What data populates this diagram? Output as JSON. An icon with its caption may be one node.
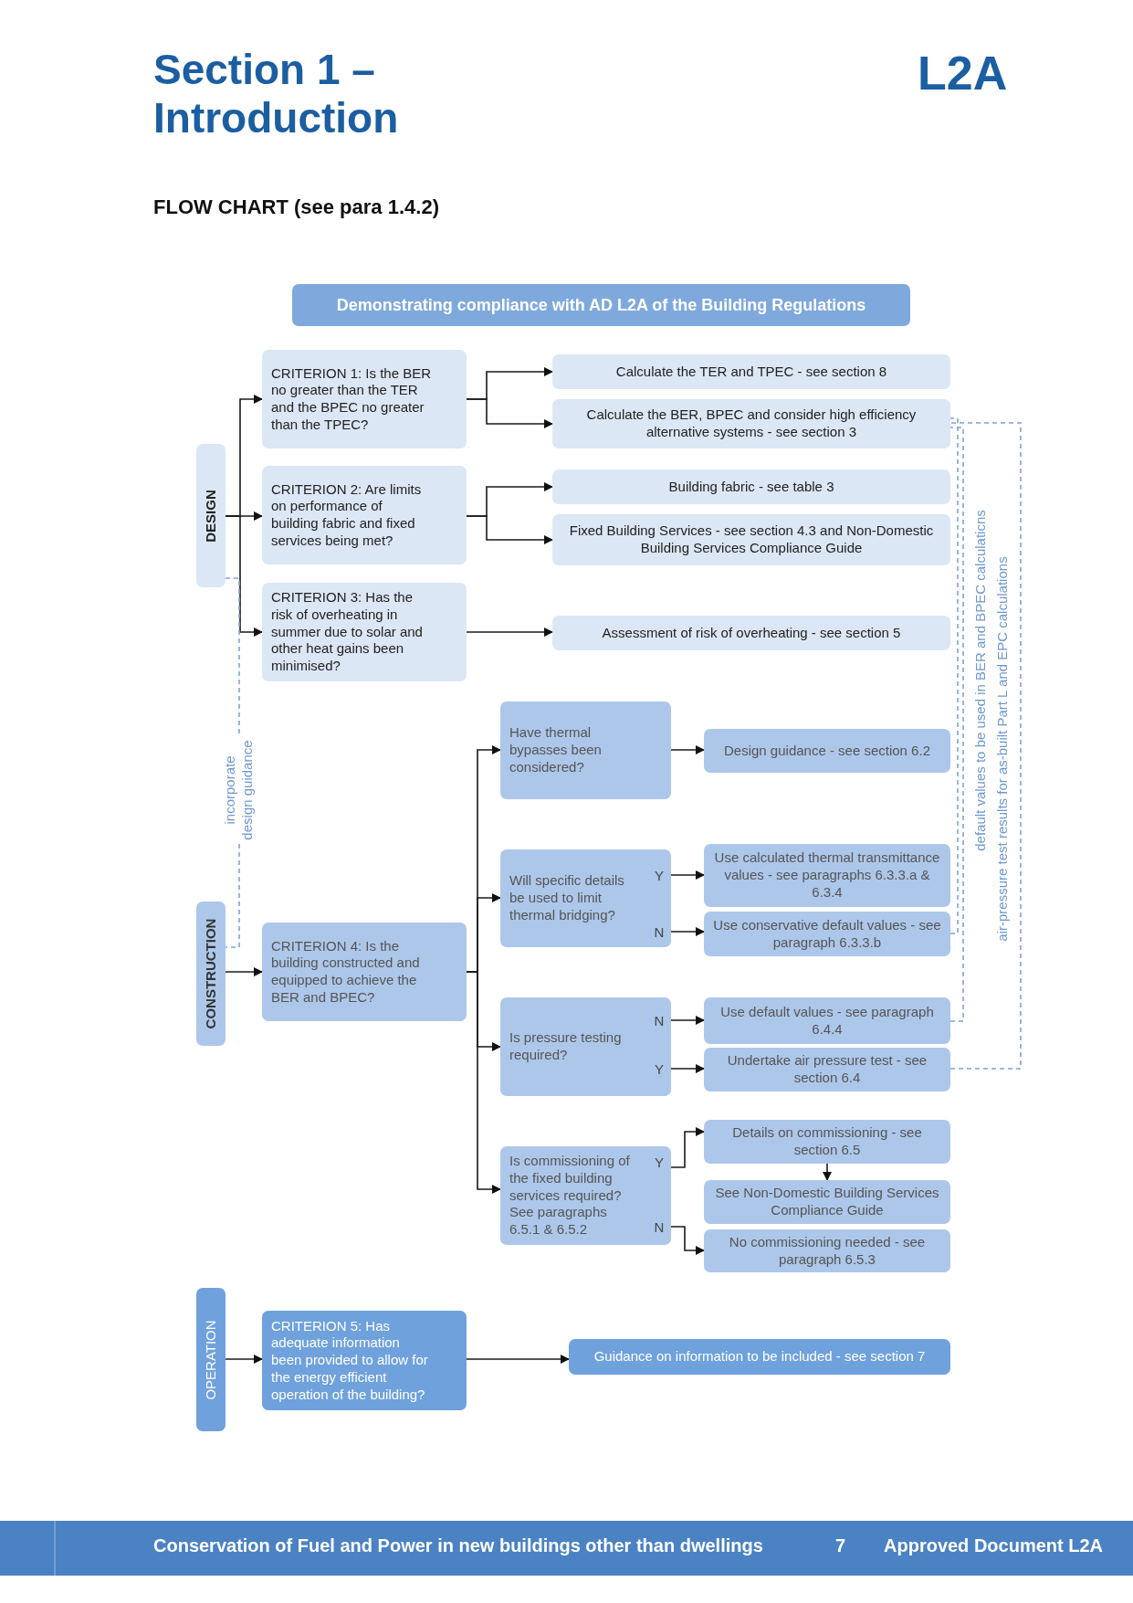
{
  "diagram": {
    "title": "Section 1 – Introduction",
    "nodes": [
      {
        "text": [
          "Demonstrating compliance with AD L2A of the Building Regulations"
        ]
      },
      {
        "text": [
          "DESIGN"
        ]
      },
      {
        "text": [
          "CRITERION 1: Is the BER no greater than the TER and the BPEC no greater than the TPEC?"
        ]
      },
      {
        "text": [
          "CRITERION 2: Are limits on performance of building fabric and fixed services being met?"
        ]
      },
      {
        "text": [
          "CRITERION 3: Has the risk of overheating in summer due to solar and other heat gains been minimised?"
        ]
      },
      {
        "text": [
          "Calculate the TER and TPEC - see section 8"
        ]
      },
      {
        "text": [
          "Calculate the BER, BPEC and consider high efficiency alternative systems - see section 3"
        ]
      },
      {
        "text": [
          "Building fabric - see table 3"
        ]
      },
      {
        "text": [
          "Fixed Building Services - see section 4.3 and Non-Domestic Building Services Compliance Guide"
        ]
      },
      {
        "text": [
          "Assessment of risk of overheating - see section 5"
        ]
      },
      {
        "text": [
          "CONSTRUCTION"
        ]
      },
      {
        "text": [
          "CRITERION 4: Is the building constructed and equipped to achieve the BER and BPEC?"
        ]
      },
      {
        "text": [
          "Have thermal bypasses been considered?"
        ]
      },
      {
        "text": [
          "Design guidance - see section 6.2"
        ]
      },
      {
        "text": [
          "Will specific details be used to limit thermal bridging?"
        ]
      },
      {
        "text": [
          "Use calculated thermal transmittance values - see paragraphs 6.3.3.a & 6.3.4"
        ]
      },
      {
        "text": [
          "Use conservative default values - see paragraph 6.3.3.b"
        ]
      },
      {
        "text": [
          "Is pressure testing required?"
        ]
      },
      {
        "text": [
          "Use default values - see paragraph 6.4.4"
        ]
      },
      {
        "text": [
          "Undertake air pressure test - see section 6.4"
        ]
      },
      {
        "text": [
          "Is commissioning of the fixed building services required? See paragraphs 6.5.1 & 6.5.2"
        ]
      },
      {
        "text": [
          "Details on commissioning - see section 6.5"
        ]
      },
      {
        "text": [
          "See Non-Domestic Building Services Compliance Guide"
        ]
      },
      {
        "text": [
          "No commissioning needed - see paragraph 6.5.3"
        ]
      },
      {
        "text": [
          "OPERATION"
        ]
      },
      {
        "text": [
          "CRITERION 5: Has adequate information been provided to allow for the energy efficient operation of the building?"
        ]
      },
      {
        "text": [
          "Guidance on information to be included - see section 7"
        ]
      }
    ],
    "edges": [
      {
        "from": 1,
        "to": 2,
        "arrow": "to"
      },
      {
        "from": 1,
        "to": 3,
        "arrow": "to"
      },
      {
        "from": 1,
        "to": 4,
        "arrow": "to"
      },
      {
        "from": 2,
        "to": 5,
        "arrow": "to"
      },
      {
        "from": 2,
        "to": 6,
        "arrow": "to"
      },
      {
        "from": 3,
        "to": 7,
        "arrow": "to"
      },
      {
        "from": 3,
        "to": 8,
        "arrow": "to"
      },
      {
        "from": 4,
        "to": 9,
        "arrow": "to"
      },
      {
        "from": 10,
        "to": 11,
        "arrow": "to"
      },
      {
        "from": 11,
        "to": 12,
        "arrow": "to"
      },
      {
        "from": 11,
        "to": 14,
        "arrow": "to"
      },
      {
        "from": 11,
        "to": 17,
        "arrow": "to"
      },
      {
        "from": 11,
        "to": 20,
        "arrow": "to"
      },
      {
        "from": 12,
        "to": 13,
        "arrow": "to"
      },
      {
        "from": 14,
        "to": 15,
        "arrow": "to",
        "label": "Y"
      },
      {
        "from": 14,
        "to": 16,
        "arrow": "to",
        "label": "N"
      },
      {
        "from": 17,
        "to": 18,
        "arrow": "to",
        "label": "N"
      },
      {
        "from": 17,
        "to": 19,
        "arrow": "to",
        "label": "Y"
      },
      {
        "from": 20,
        "to": 21,
        "arrow": "to",
        "label": "Y"
      },
      {
        "from": 21,
        "to": 22,
        "arrow": "to"
      },
      {
        "from": 20,
        "to": 23,
        "arrow": "to",
        "label": "N"
      },
      {
        "from": 24,
        "to": 25,
        "arrow": "to"
      },
      {
        "from": 25,
        "to": 26,
        "arrow": "to"
      },
      {
        "from": 16,
        "to": 6,
        "arrow": "none",
        "style": "dashed",
        "color": "#7fa3d6",
        "label": "default values to be used in BER and BPEC calculaticns"
      },
      {
        "from": 18,
        "to": 6,
        "arrow": "none",
        "style": "dashed",
        "color": "#7fa3d6"
      },
      {
        "from": 19,
        "to": 6,
        "arrow": "none",
        "style": "dashed",
        "color": "#7fa3d6",
        "label": "air-pressure test results for as-built Part L and EPC calculations"
      },
      {
        "from": 1,
        "to": 10,
        "arrow": "none",
        "style": "dashed",
        "color": "#7fa3d6",
        "label": "incorporate design guidance"
      }
    ],
    "labels": [
      "L2A",
      "FLOW CHART (see para 1.4.2)",
      "Conservation of Fuel and Power in new buildings other than dwellings",
      "7",
      "Approved Document L2A"
    ]
  }
}
